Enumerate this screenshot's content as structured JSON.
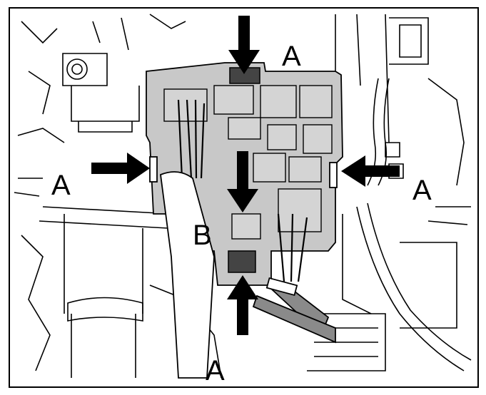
{
  "figure": {
    "labels": {
      "a_top": "A",
      "a_left": "A",
      "a_right": "A",
      "a_bottom": "A",
      "b": "B"
    }
  }
}
